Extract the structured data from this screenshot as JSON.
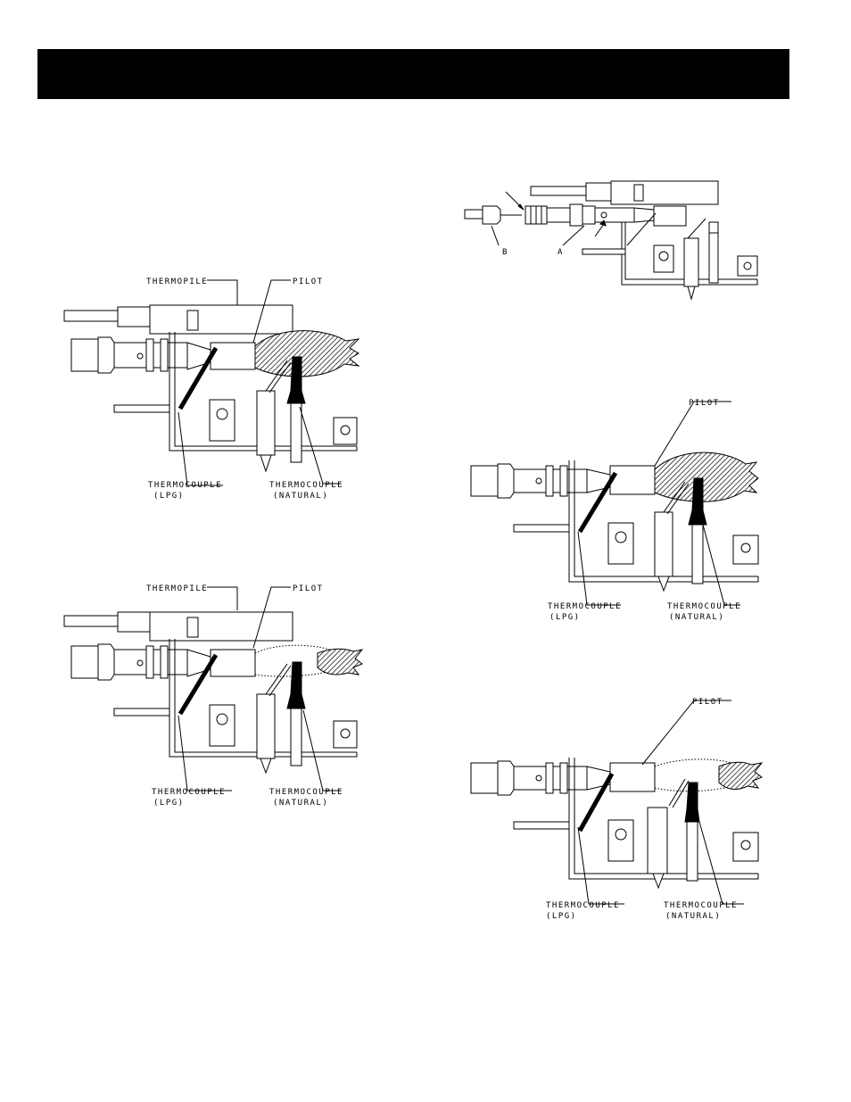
{
  "header": {
    "bar_text": ""
  },
  "figures": [
    {
      "id": "fig1",
      "labels": {
        "thermopile": "THERMOPILE",
        "pilot": "PILOT",
        "tc_lpg": "THERMOCOUPLE",
        "tc_lpg_sub": "(LPG)",
        "tc_nat": "THERMOCOUPLE",
        "tc_nat_sub": "(NATURAL)"
      }
    },
    {
      "id": "fig2",
      "labels": {
        "thermopile": "THERMOPILE",
        "pilot": "PILOT",
        "tc_lpg": "THERMOCOUPLE",
        "tc_lpg_sub": "(LPG)",
        "tc_nat": "THERMOCOUPLE",
        "tc_nat_sub": "(NATURAL)"
      }
    },
    {
      "id": "fig3",
      "labels": {
        "a": "A",
        "b": "B"
      }
    },
    {
      "id": "fig4",
      "labels": {
        "pilot": "PILOT",
        "tc_lpg": "THERMOCOUPLE",
        "tc_lpg_sub": "(LPG)",
        "tc_nat": "THERMOCOUPLE",
        "tc_nat_sub": "(NATURAL)"
      }
    },
    {
      "id": "fig5",
      "labels": {
        "pilot": "PILOT",
        "tc_lpg": "THERMOCOUPLE",
        "tc_lpg_sub": "(LPG)",
        "tc_nat": "THERMOCOUPLE",
        "tc_nat_sub": "(NATURAL)"
      }
    }
  ]
}
